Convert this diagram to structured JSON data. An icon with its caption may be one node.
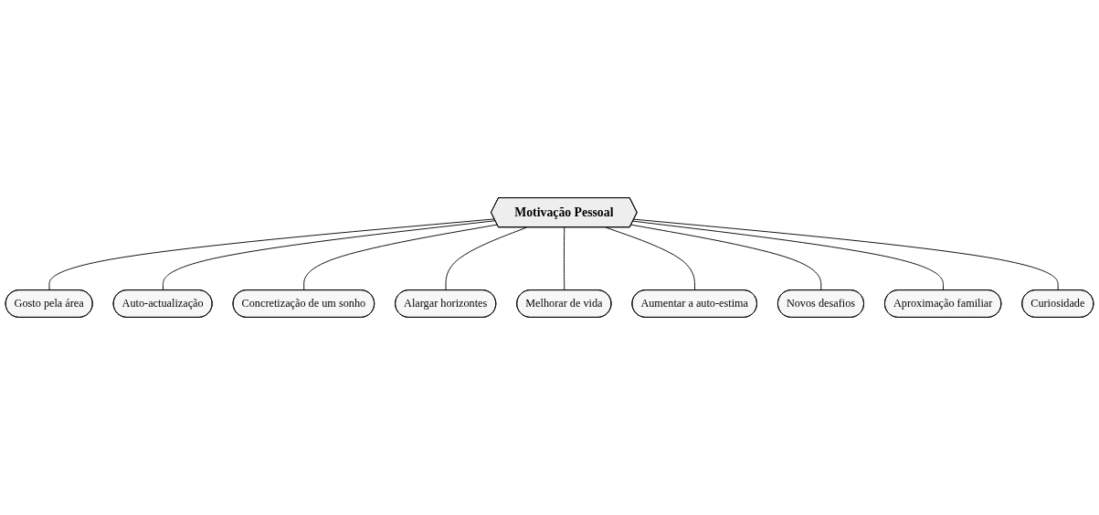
{
  "diagram": {
    "nodes": [
      {
        "text": [
          "Motivação Pessoal"
        ]
      },
      {
        "text": [
          "Auto-actualização"
        ]
      },
      {
        "text": [
          "Gosto pela área"
        ]
      },
      {
        "text": [
          "Concretização de um sonho"
        ]
      },
      {
        "text": [
          "Alargar horizontes"
        ]
      },
      {
        "text": [
          "Melhorar de vida"
        ]
      },
      {
        "text": [
          "Aumentar a auto-estima"
        ]
      },
      {
        "text": [
          "Novos desafios"
        ]
      },
      {
        "text": [
          "Aproximação familiar"
        ]
      },
      {
        "text": [
          "Curiosidade"
        ]
      }
    ],
    "edges": [
      {
        "from": 0,
        "to": 2,
        "arrow": "none"
      },
      {
        "from": 0,
        "to": 1,
        "arrow": "none"
      },
      {
        "from": 0,
        "to": 3,
        "arrow": "none"
      },
      {
        "from": 0,
        "to": 4,
        "arrow": "none"
      },
      {
        "from": 0,
        "to": 5,
        "arrow": "none"
      },
      {
        "from": 0,
        "to": 6,
        "arrow": "none"
      },
      {
        "from": 0,
        "to": 7,
        "arrow": "none"
      },
      {
        "from": 0,
        "to": 8,
        "arrow": "none"
      },
      {
        "from": 0,
        "to": 9,
        "arrow": "none"
      }
    ]
  }
}
